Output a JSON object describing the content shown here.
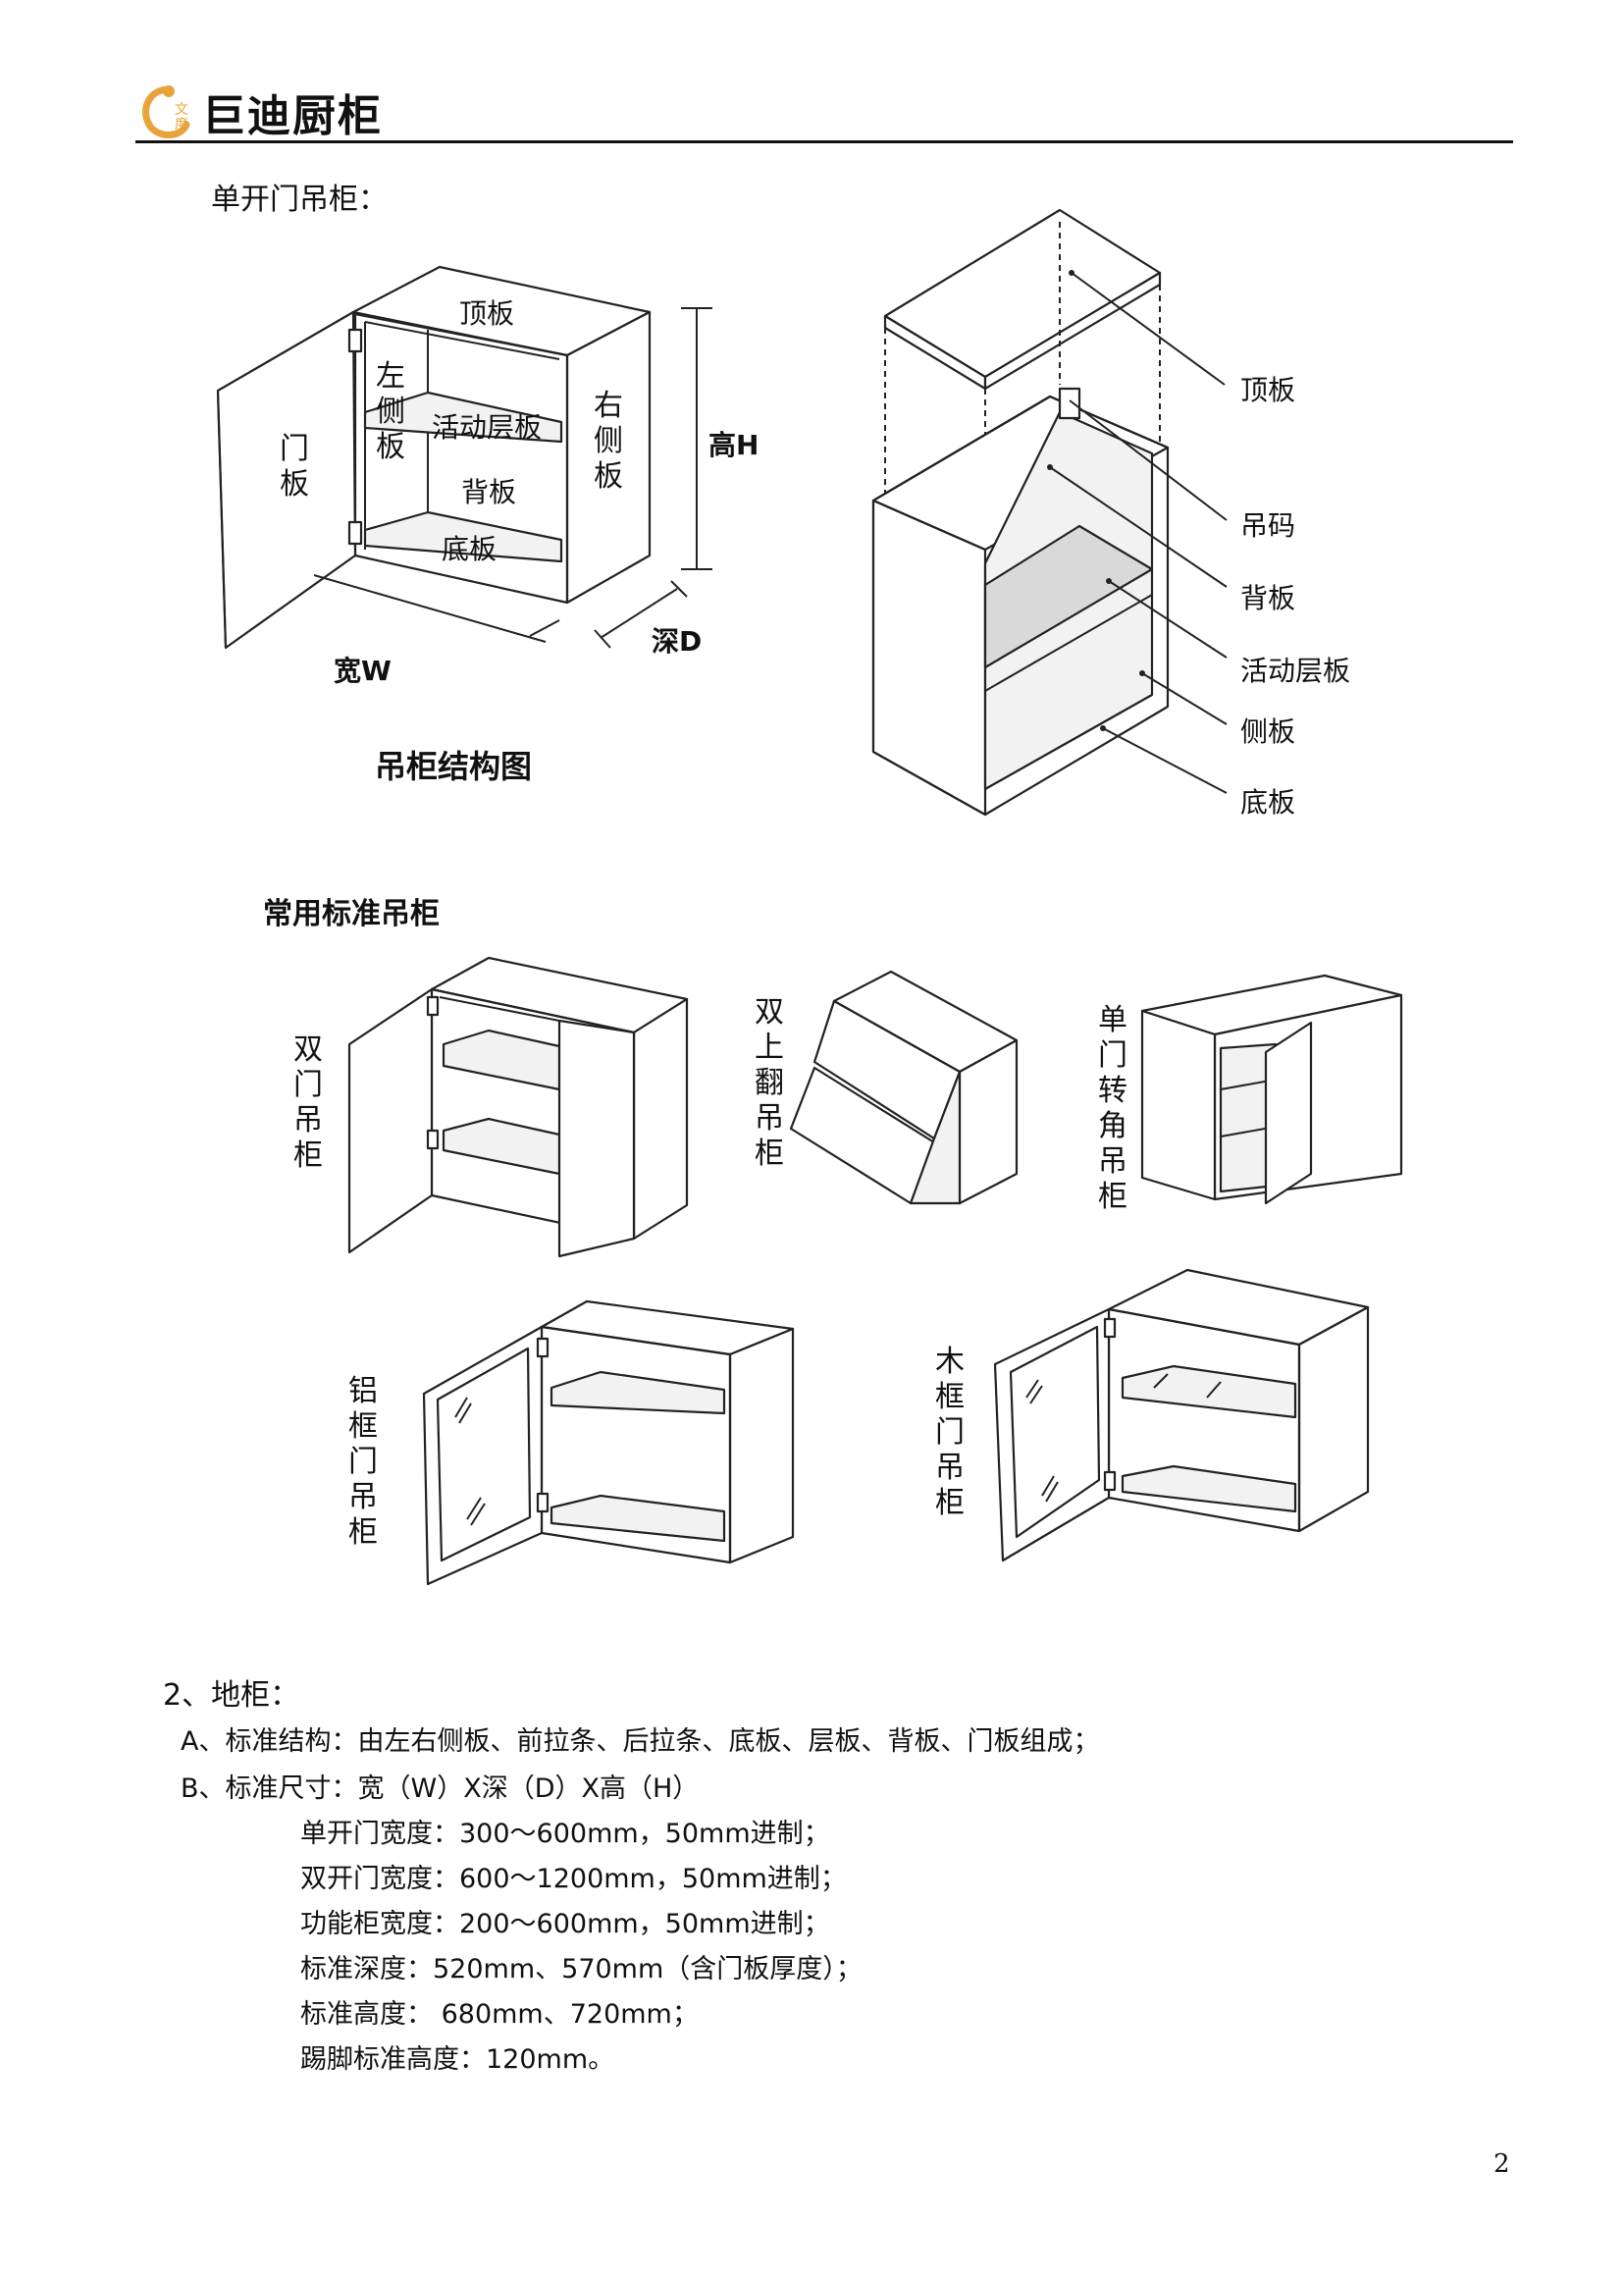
{
  "header": {
    "brand": "巨迪厨柜",
    "brand_small": "文度",
    "accent_color": "#e8a33a"
  },
  "section_single_door": {
    "title": "单开门吊柜：",
    "labels": {
      "top_panel": "顶板",
      "left_side": "左侧板",
      "shelf": "活动层板",
      "back_panel": "背板",
      "bottom_panel": "底板",
      "right_side": "右侧板",
      "door_panel": "门板",
      "height": "高H",
      "depth": "深D",
      "width": "宽W"
    },
    "caption": "吊柜结构图"
  },
  "exploded": {
    "labels": [
      "顶板",
      "吊码",
      "背板",
      "活动层板",
      "侧板",
      "底板"
    ]
  },
  "section_standard": {
    "title": "常用标准吊柜",
    "types": [
      "双门吊柜",
      "双上翻吊柜",
      "单门转角吊柜",
      "铝框门吊柜",
      "木框门吊柜"
    ]
  },
  "base_cabinet": {
    "heading": "2、地柜：",
    "line_a": "A、标准结构：由左右侧板、前拉条、后拉条、底板、层板、背板、门板组成；",
    "line_b": "B、标准尺寸：宽（W）X深（D）X高（H）",
    "specs": [
      "单开门宽度：300～600mm，50mm进制；",
      "双开门宽度：600～1200mm，50mm进制；",
      "功能柜宽度：200～600mm，50mm进制；",
      "标准深度：520mm、570mm（含门板厚度）；",
      "标准高度： 680mm、720mm；",
      "踢脚标准高度：120mm。"
    ]
  },
  "page_number": "2"
}
